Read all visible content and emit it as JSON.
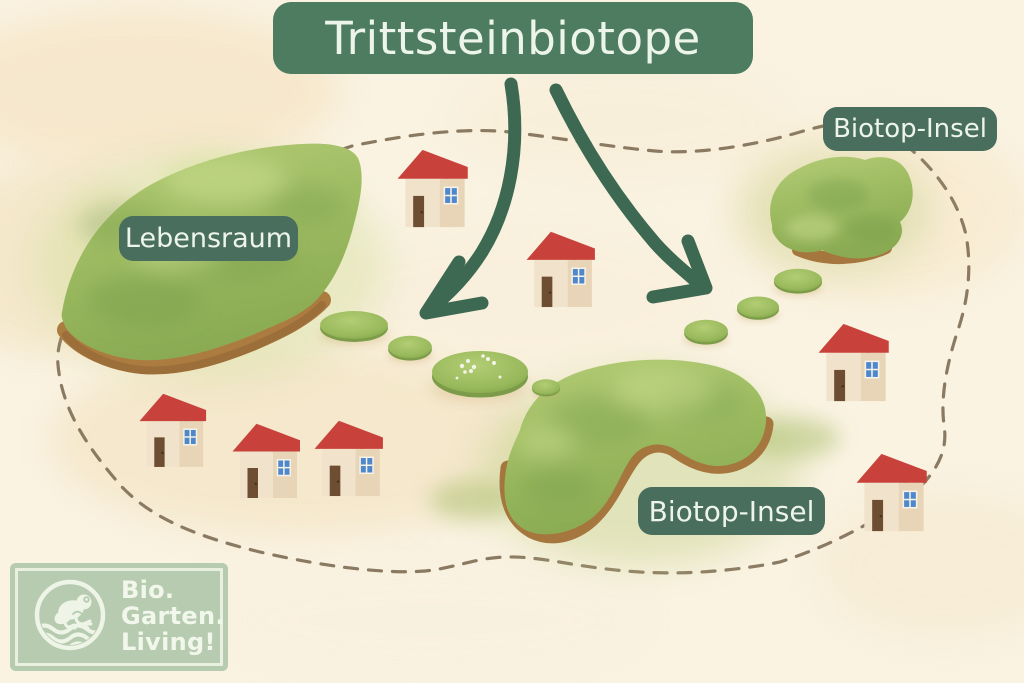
{
  "title": {
    "text": "Trittsteinbiotope"
  },
  "labels": {
    "lebensraum": "Lebensraum",
    "biotop_insel_top": "Biotop-Insel",
    "biotop_insel_bottom": "Biotop-Insel"
  },
  "logo": {
    "lines": [
      "Bio.",
      "Garten.",
      "Living!"
    ],
    "icon": "frog-above-water-in-circle"
  },
  "colors": {
    "background_cream": "#faf3e2",
    "title_banner_green": "#4d7c60",
    "label_green": "#4a6e5e",
    "label_text_cream": "#edf5ea",
    "arrow_green": "#3d6851",
    "dashed_boundary_brown": "#8b7a62",
    "island_green": "#9dbb60",
    "soil_brown": "#a97a3f",
    "house_roof_red": "#c8423b",
    "house_wall_cream": "#f0e2ca",
    "house_window_blue": "#4e87cb",
    "house_door_brown": "#6e4e33",
    "logo_bg_sage": "#b6cbb0"
  },
  "scene": {
    "islands": [
      "habitat-island-left",
      "biotope-island-top-right",
      "biotope-island-bottom"
    ],
    "stepping_stone_count": 7,
    "house_count": 7,
    "arrow_count": 2,
    "boundary_style": "dashed-loop"
  }
}
